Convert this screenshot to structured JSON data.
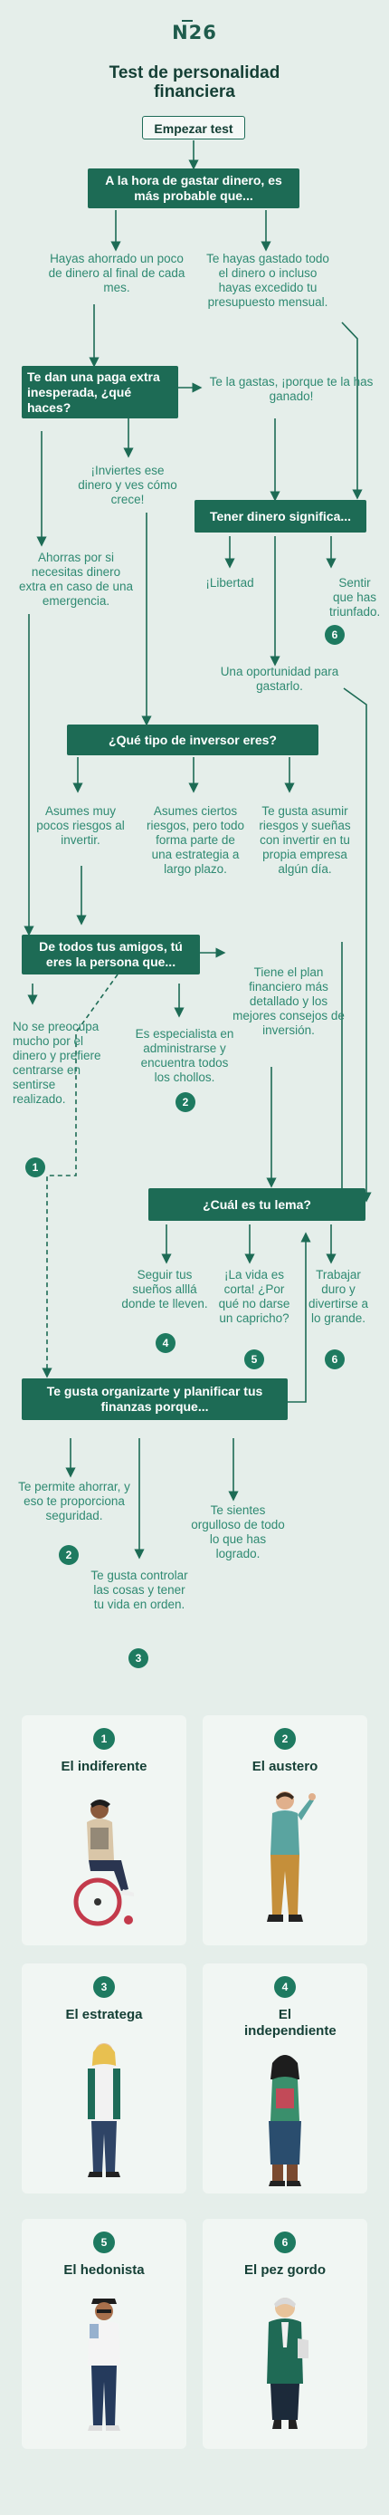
{
  "header": {
    "logo": "N26",
    "title_line1": "Test de personalidad",
    "title_line2": "financiera",
    "start_button": "Empezar test"
  },
  "questions": {
    "q1": "A la hora de gastar dinero, es más probable que...",
    "q2": "Te dan una paga extra inesperada, ¿qué haces?",
    "q3": "Tener dinero significa...",
    "q4": "¿Qué tipo de inversor eres?",
    "q5": "De todos tus amigos, tú eres la persona que...",
    "q6": "¿Cuál es tu lema?",
    "q7": "Te gusta organizarte y planificar tus finanzas porque..."
  },
  "answers": {
    "a1a": "Hayas ahorrado un poco de dinero al final de cada mes.",
    "a1b": "Te hayas gastado todo el dinero o incluso hayas excedido tu presupuesto mensual.",
    "a2a": "Te la gastas, ¡porque te la has ganado!",
    "a2b": "¡Inviertes ese dinero y ves cómo crece!",
    "a2c": "Ahorras por si necesitas dinero extra en caso de una emergencia.",
    "a3a": "¡Libertad",
    "a3b": "Sentir que has triunfado.",
    "a3c": "Una oportunidad para gastarlo.",
    "a4a": "Asumes muy pocos riesgos al invertir.",
    "a4b": "Asumes ciertos riesgos, pero todo forma parte de una estrategia a largo plazo.",
    "a4c": "Te gusta asumir riesgos y sueñas con invertir en tu propia empresa algún día.",
    "a5a": "No se preocupa mucho por el dinero y prefiere centrarse en sentirse realizado.",
    "a5b": "Es especialista en administrarse y encuentra todos los chollos.",
    "a5c": "Tiene el plan financiero más detallado y los mejores consejos de inversión.",
    "a6a": "Seguir tus sueños alllá donde te lleven.",
    "a6b": "¡La vida es corta! ¿Por qué no darse un capricho?",
    "a6c": "Trabajar duro y divertirse a lo grande.",
    "a7a": "Te permite ahorrar, y eso te proporciona seguridad.",
    "a7b": "Te gusta controlar las cosas y tener tu vida en orden.",
    "a7c": "Te sientes orgulloso de todo lo que has logrado."
  },
  "badges": {
    "b3b": "6",
    "b5a": "1",
    "b5b": "2",
    "b6a": "4",
    "b6b": "5",
    "b6c": "6",
    "b7a": "2",
    "b7b": "3"
  },
  "results": [
    {
      "num": "1",
      "name": "El indiferente"
    },
    {
      "num": "2",
      "name": "El austero"
    },
    {
      "num": "3",
      "name": "El estratega"
    },
    {
      "num": "4",
      "name": "El independiente"
    },
    {
      "num": "5",
      "name": "El hedonista"
    },
    {
      "num": "6",
      "name": "El pez gordo"
    }
  ],
  "colors": {
    "background": "#e5eeea",
    "box": "#1d6b55",
    "answer_text": "#2f8a72",
    "card": "#f1f6f3"
  }
}
